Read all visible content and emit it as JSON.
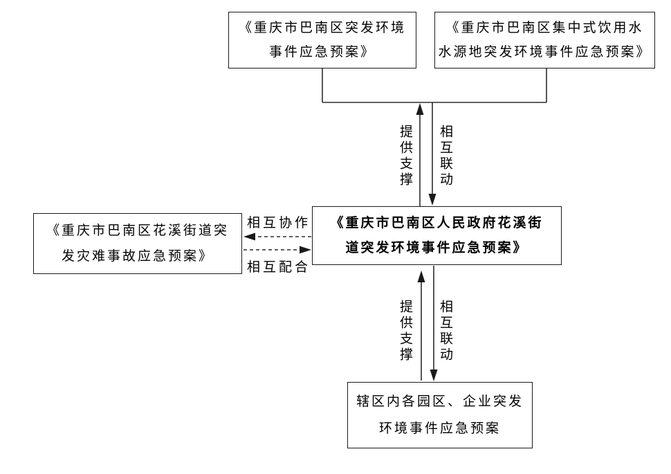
{
  "diagram": {
    "boxes": {
      "district_plan": {
        "line1": "《重庆市巴南区突发环境",
        "line2": "事件应急预案》"
      },
      "water_plan": {
        "line1": "《重庆市巴南区集中式饮用水",
        "line2": "水源地突发环境事件应急预案》"
      },
      "street_plan": {
        "line1": "《重庆市巴南区人民政府花溪街",
        "line2": "道突发环境事件应急预案》"
      },
      "disaster_plan": {
        "line1": "《重庆市巴南区花溪街道突",
        "line2": "发灾难事故应急预案》"
      },
      "enterprise_plan": {
        "line1": "辖区内各园区、企业突发",
        "line2": "环境事件应急预案"
      }
    },
    "labels": {
      "top_support": "提供支撑",
      "top_linkage": "相互联动",
      "cooperation": "相互协作",
      "coordination": "相互配合",
      "bottom_support": "提供支撑",
      "bottom_linkage": "相互联动"
    },
    "colors": {
      "background": "#ffffff",
      "border": "#1a1a1a",
      "line": "#2b2b2b",
      "text": "#000000"
    }
  }
}
